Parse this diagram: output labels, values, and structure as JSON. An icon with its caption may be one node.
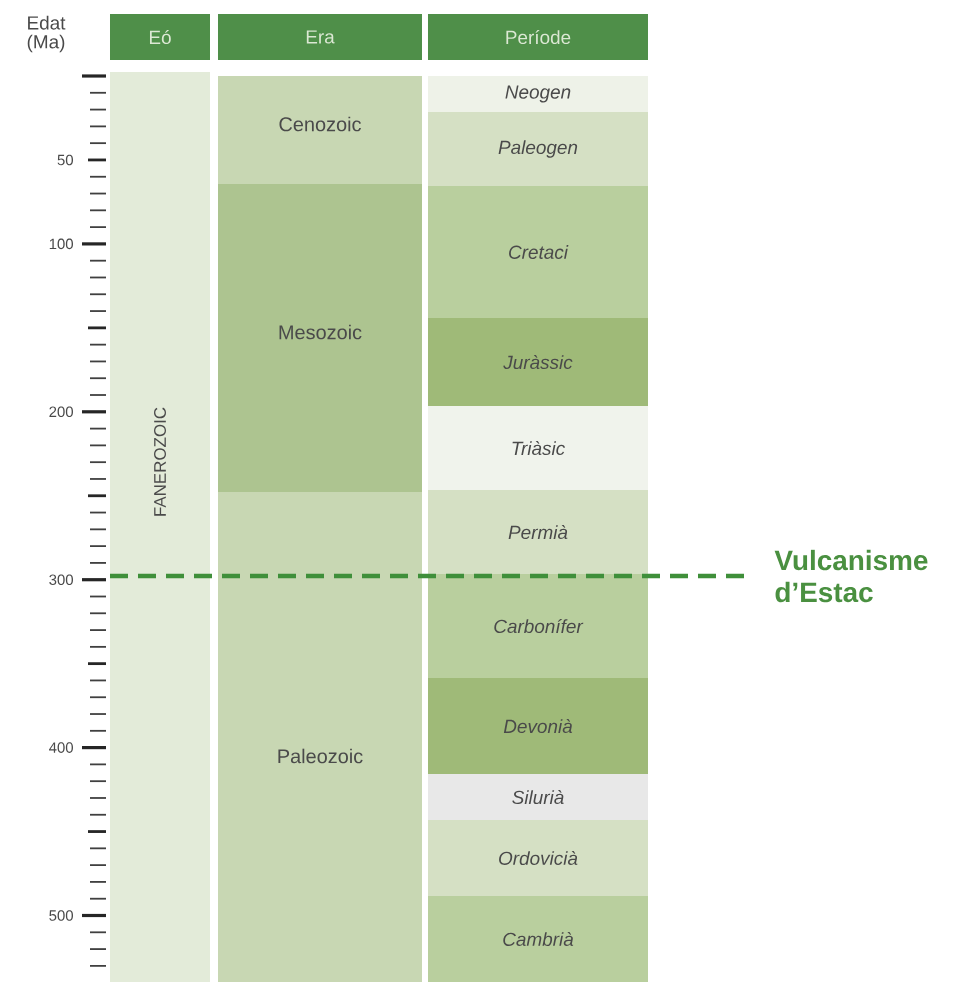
{
  "diagram": {
    "nodes": [
      {
        "text": [
          "Eó"
        ]
      },
      {
        "text": [
          "Era"
        ]
      },
      {
        "text": [
          "Període"
        ]
      },
      {
        "text": [
          "FANEROZOIC"
        ]
      },
      {
        "text": [
          "Cenozoic"
        ]
      },
      {
        "text": [
          "Mesozoic"
        ]
      },
      {
        "text": [
          "Paleozoic"
        ]
      },
      {
        "text": [
          "Neogen"
        ]
      },
      {
        "text": [
          "Paleogen"
        ]
      },
      {
        "text": [
          "Cretaci"
        ]
      },
      {
        "text": [
          "Juràssic"
        ]
      },
      {
        "text": [
          "Triàsic"
        ]
      },
      {
        "text": [
          "Permià"
        ]
      },
      {
        "text": [
          "Carbonífer"
        ]
      },
      {
        "text": [
          "Devonià"
        ]
      },
      {
        "text": [
          "Silurià"
        ]
      },
      {
        "text": [
          "Ordovicià"
        ]
      },
      {
        "text": [
          "Cambrià"
        ]
      }
    ],
    "labels": [
      "Edat (Ma)",
      "50",
      "100",
      "200",
      "300",
      "400",
      "500",
      "Vulcanisme d’Estac"
    ]
  }
}
